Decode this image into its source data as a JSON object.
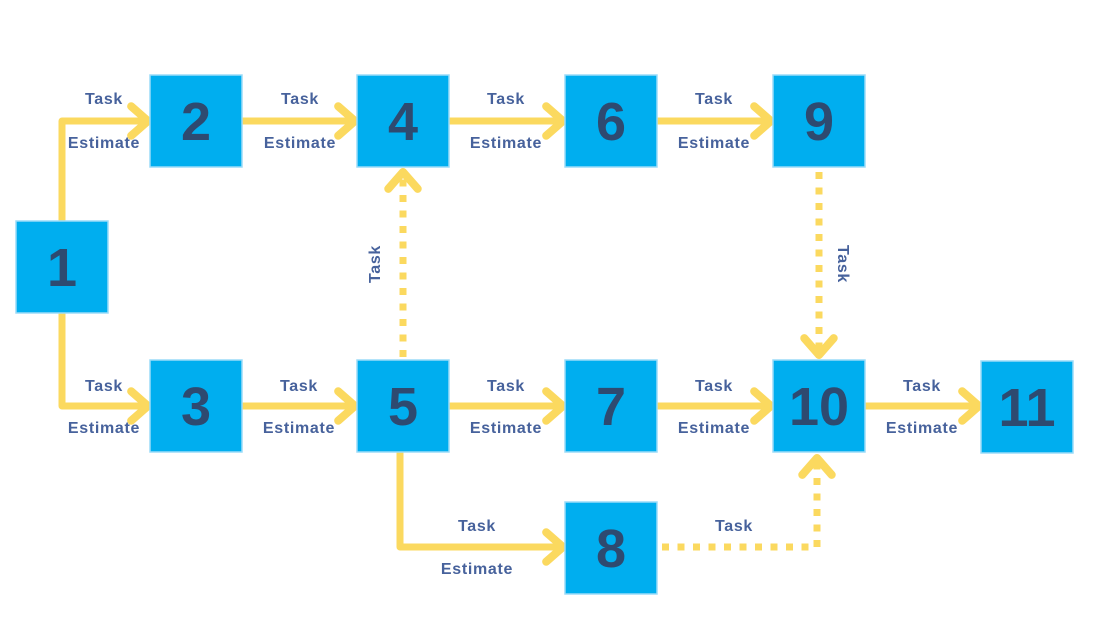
{
  "diagram": {
    "kind": "precedence-network-diagram",
    "colors": {
      "node_fill": "#00AEEF",
      "node_stroke": "#9BDCF8",
      "node_text": "#2E4A70",
      "arrow": "#FBD95F",
      "label_text": "#47629C",
      "bg": "#FFFFFF"
    },
    "nodes": [
      {
        "id": "1",
        "label": "1"
      },
      {
        "id": "2",
        "label": "2"
      },
      {
        "id": "3",
        "label": "3"
      },
      {
        "id": "4",
        "label": "4"
      },
      {
        "id": "5",
        "label": "5"
      },
      {
        "id": "6",
        "label": "6"
      },
      {
        "id": "7",
        "label": "7"
      },
      {
        "id": "8",
        "label": "8"
      },
      {
        "id": "9",
        "label": "9"
      },
      {
        "id": "10",
        "label": "10"
      },
      {
        "id": "11",
        "label": "11"
      }
    ],
    "edges": [
      {
        "from": "1",
        "to": "2",
        "line": "solid",
        "task_label": "Task",
        "estimate_label": "Estimate"
      },
      {
        "from": "2",
        "to": "4",
        "line": "solid",
        "task_label": "Task",
        "estimate_label": "Estimate"
      },
      {
        "from": "4",
        "to": "6",
        "line": "solid",
        "task_label": "Task",
        "estimate_label": "Estimate"
      },
      {
        "from": "6",
        "to": "9",
        "line": "solid",
        "task_label": "Task",
        "estimate_label": "Estimate"
      },
      {
        "from": "1",
        "to": "3",
        "line": "solid",
        "task_label": "Task",
        "estimate_label": "Estimate"
      },
      {
        "from": "3",
        "to": "5",
        "line": "solid",
        "task_label": "Task",
        "estimate_label": "Estimate"
      },
      {
        "from": "5",
        "to": "7",
        "line": "solid",
        "task_label": "Task",
        "estimate_label": "Estimate"
      },
      {
        "from": "7",
        "to": "10",
        "line": "solid",
        "task_label": "Task",
        "estimate_label": "Estimate"
      },
      {
        "from": "10",
        "to": "11",
        "line": "solid",
        "task_label": "Task",
        "estimate_label": "Estimate"
      },
      {
        "from": "5",
        "to": "8",
        "line": "solid",
        "task_label": "Task",
        "estimate_label": "Estimate"
      },
      {
        "from": "5",
        "to": "4",
        "line": "dotted",
        "task_label": "Task"
      },
      {
        "from": "9",
        "to": "10",
        "line": "dotted",
        "task_label": "Task"
      },
      {
        "from": "8",
        "to": "10",
        "line": "dotted",
        "task_label": "Task"
      }
    ]
  }
}
